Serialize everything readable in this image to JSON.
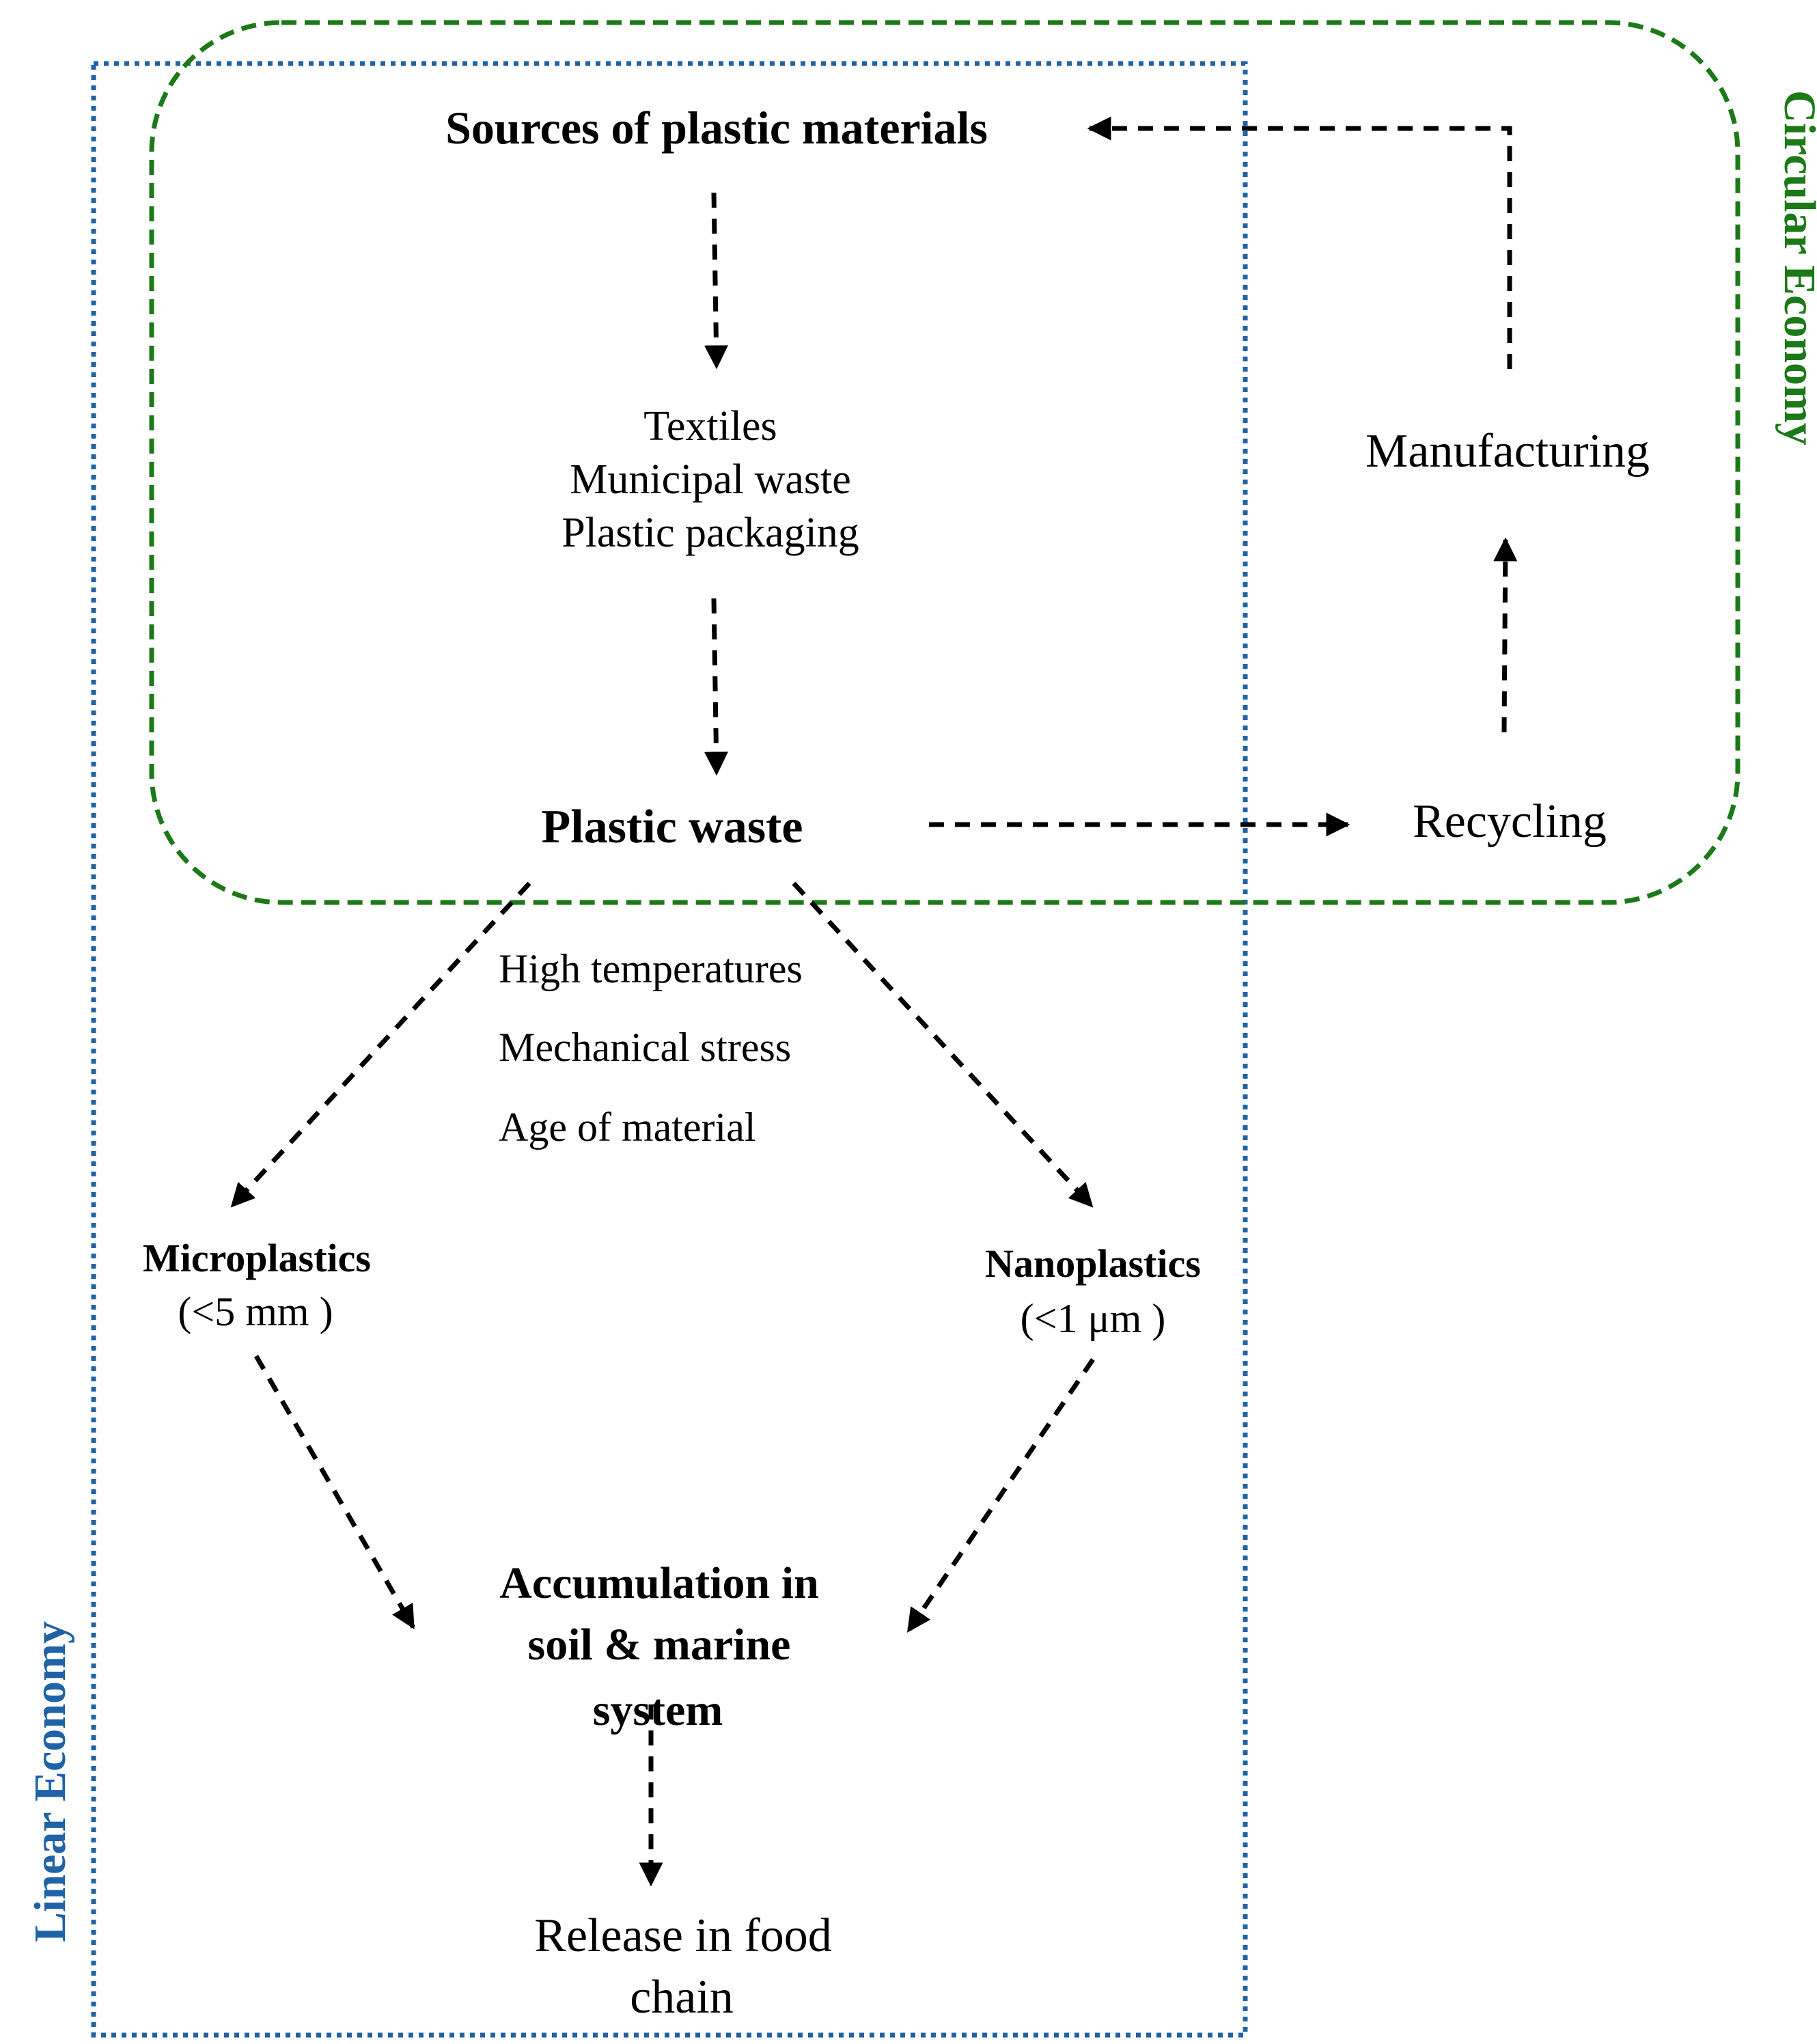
{
  "colors": {
    "circular": "#1b7a17",
    "linear": "#1f62a6",
    "arrow": "#000000"
  },
  "labels": {
    "circular_economy": "Circular Economy",
    "linear_economy": "Linear Economy"
  },
  "nodes": {
    "sources": "Sources of plastic materials",
    "textiles": "Textiles",
    "municipal_waste": "Municipal waste",
    "plastic_packaging": "Plastic packaging",
    "plastic_waste": "Plastic waste",
    "recycling": "Recycling",
    "manufacturing": "Manufacturing",
    "high_temperatures": "High temperatures",
    "mechanical_stress": "Mechanical stress",
    "age_of_material": "Age of material",
    "microplastics": "Microplastics",
    "microplastics_size": "(<5 mm )",
    "nanoplastics": "Nanoplastics",
    "nanoplastics_size": "(<1 μm )",
    "accumulation_line1": "Accumulation in",
    "accumulation_line2": "soil & marine",
    "accumulation_line3": "system",
    "release_line1": "Release in food",
    "release_line2": "chain"
  }
}
